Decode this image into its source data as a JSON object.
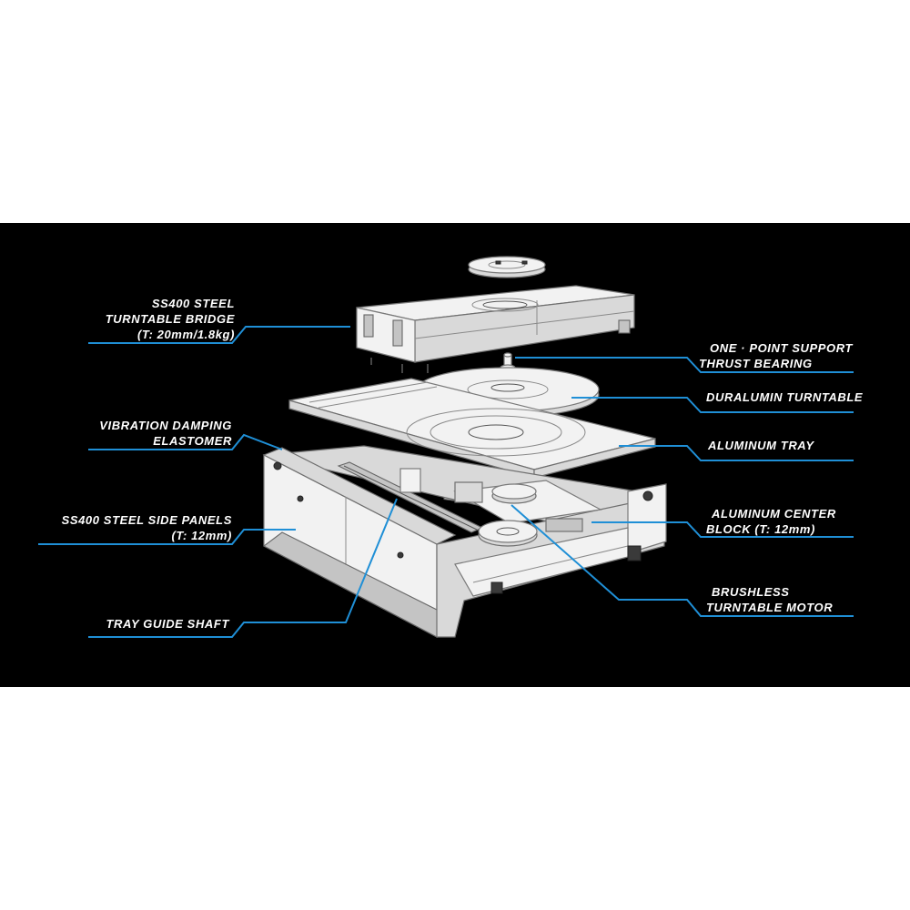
{
  "labels": {
    "bridge": {
      "line1": "SS400 STEEL",
      "line2": "TURNTABLE BRIDGE",
      "line3": "(T: 20mm/1.8kg)"
    },
    "damping": {
      "line1": "VIBRATION DAMPING",
      "line2": "ELASTOMER"
    },
    "side_panels": {
      "line1": "SS400 STEEL SIDE PANELS",
      "line2": "(T: 12mm)"
    },
    "guide_shaft": {
      "line1": "TRAY GUIDE SHAFT"
    },
    "thrust_bearing": {
      "line1": "ONE · POINT SUPPORT",
      "line2": "THRUST BEARING"
    },
    "turntable": {
      "line1": "DURALUMIN TURNTABLE"
    },
    "tray": {
      "line1": "ALUMINUM TRAY"
    },
    "center_block": {
      "line1": "ALUMINUM CENTER",
      "line2": "BLOCK (T: 12mm)"
    },
    "motor": {
      "line1": "BRUSHLESS",
      "line2": "TURNTABLE MOTOR"
    }
  },
  "colors": {
    "background": "#000000",
    "leader_line": "#1f8fd6",
    "label_text": "#ffffff"
  }
}
